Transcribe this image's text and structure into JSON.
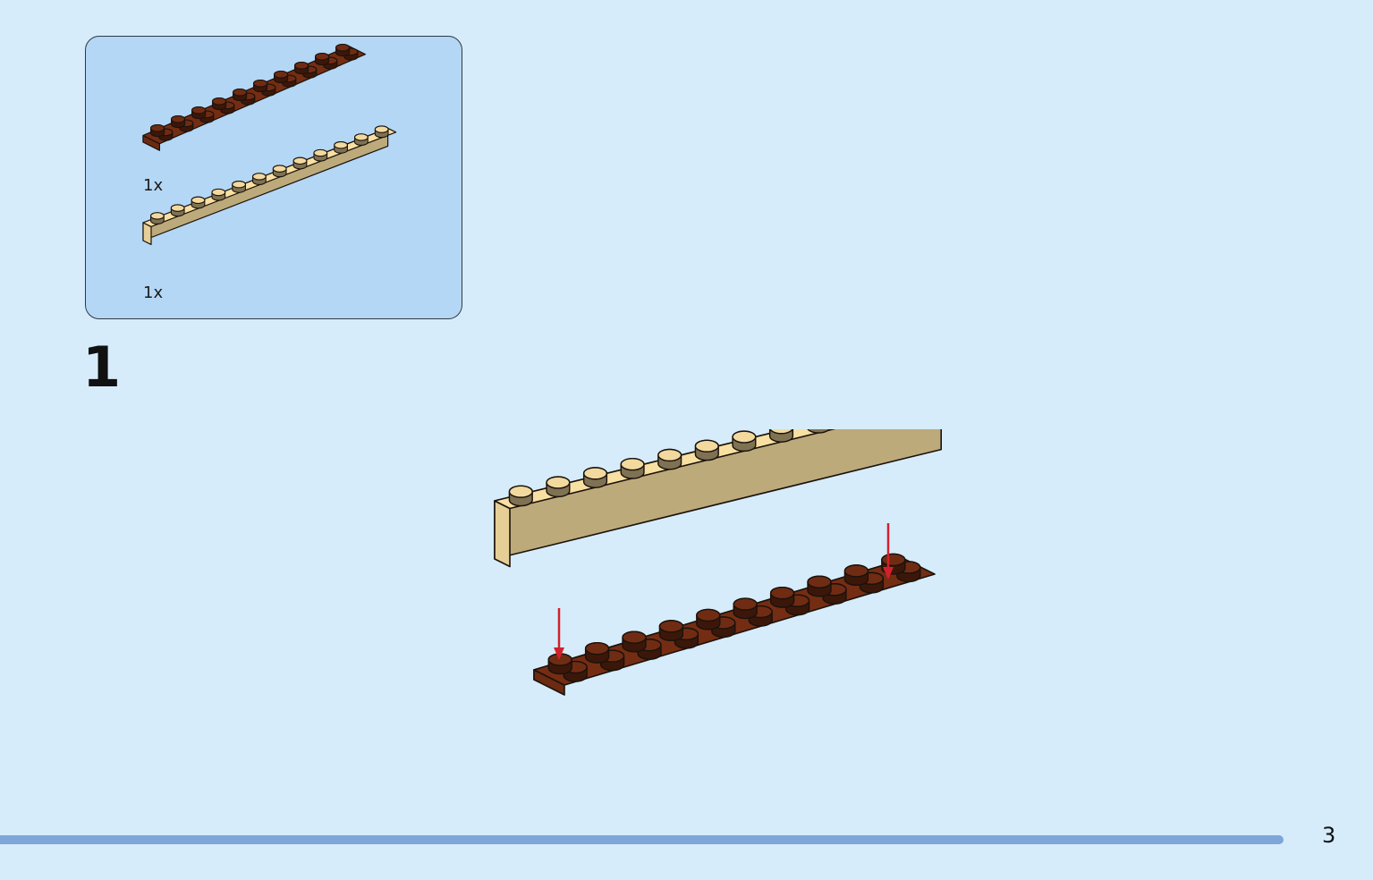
{
  "colors": {
    "background": "#d6ecfb",
    "parts_box": "#b3d7f5",
    "reddish_brown": "#6b2a12",
    "tan": "#e6cf96",
    "arrow_red": "#d4202c",
    "progress": "#7fa6d8"
  },
  "parts": [
    {
      "name": "plate-2x10-reddish-brown",
      "quantity": "1x"
    },
    {
      "name": "brick-1x12-tan",
      "quantity": "1x"
    }
  ],
  "step": {
    "number": "1"
  },
  "progress": {
    "fraction": 1.0
  },
  "page": {
    "number": "3"
  }
}
